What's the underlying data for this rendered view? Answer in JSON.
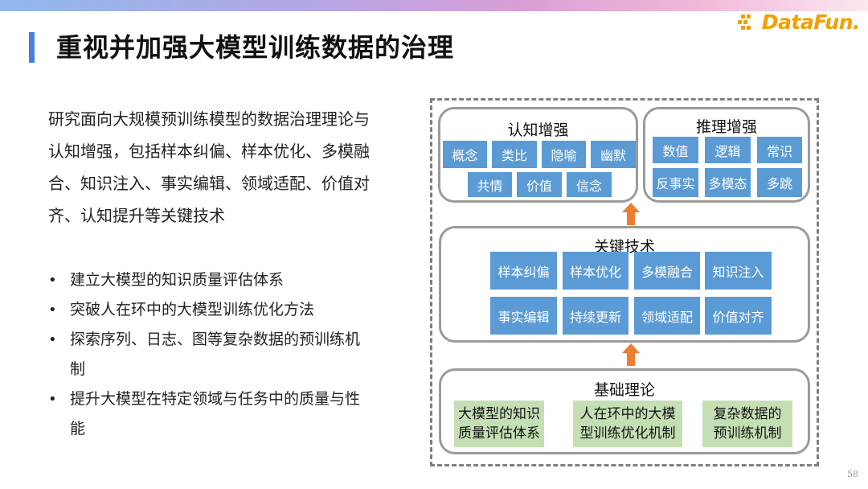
{
  "header": {
    "title": "重视并加强大模型训练数据的治理",
    "logo_text": "DataFun."
  },
  "intro": {
    "text": "研究面向大规模预训练模型的数据治理理论与认知增强，包括样本纠偏、样本优化、多模融合、知识注入、事实编辑、领域适配、价值对齐、认知提升等关键技术"
  },
  "bullets": [
    "建立大模型的知识质量评估体系",
    "突破人在环中的大模型训练优化方法",
    "探索序列、日志、图等复杂数据的预训练机制",
    "提升大模型在特定领域与任务中的质量与性能"
  ],
  "diagram": {
    "cognition": {
      "title": "认知增强",
      "row1": [
        "概念",
        "类比",
        "隐喻",
        "幽默"
      ],
      "row2": [
        "共情",
        "价值",
        "信念"
      ]
    },
    "reasoning": {
      "title": "推理增强",
      "row1": [
        "数值",
        "逻辑",
        "常识"
      ],
      "row2": [
        "反事实",
        "多模态",
        "多跳"
      ]
    },
    "key_tech": {
      "title": "关键技术",
      "row1": [
        "样本纠偏",
        "样本优化",
        "多模融合",
        "知识注入"
      ],
      "row2": [
        "事实编辑",
        "持续更新",
        "领域适配",
        "价值对齐"
      ]
    },
    "foundation": {
      "title": "基础理论",
      "items": [
        [
          "大模型的知识",
          "质量评估体系"
        ],
        [
          "人在环中的大模",
          "型训练优化机制"
        ],
        [
          "复杂数据的",
          "预训练机制"
        ]
      ]
    }
  },
  "colors": {
    "chip_blue": "#5b9bd5",
    "chip_green": "#c5dfb4",
    "arrow_orange": "#ed7d31",
    "title_accent": "#4a7ed8",
    "logo_orange": "#f0a000"
  },
  "page_number": "58"
}
